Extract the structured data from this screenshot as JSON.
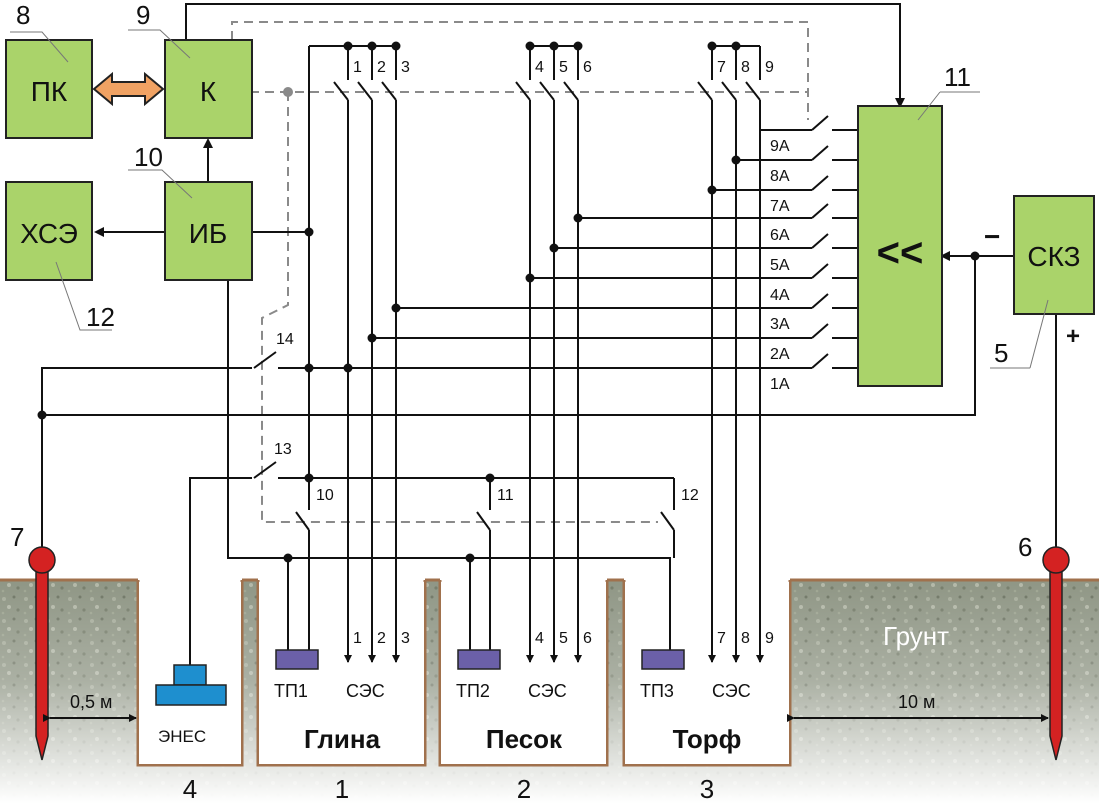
{
  "blocks": {
    "pk": "ПК",
    "k": "К",
    "ib": "ИБ",
    "hse": "ХСЭ",
    "skz": "СКЗ",
    "block11_symbol": "<<"
  },
  "callouts": [
    "8",
    "9",
    "10",
    "11",
    "12",
    "5",
    "7",
    "6",
    "13",
    "14"
  ],
  "switch_numbers": [
    "1",
    "2",
    "3",
    "4",
    "5",
    "6",
    "7",
    "8",
    "9",
    "10",
    "11",
    "12"
  ],
  "row_labels": [
    "9A",
    "8A",
    "7A",
    "6A",
    "5A",
    "4A",
    "3A",
    "2A",
    "1A"
  ],
  "electrodes": {
    "group1": [
      "1",
      "2",
      "3"
    ],
    "group2": [
      "4",
      "5",
      "6"
    ],
    "group3": [
      "7",
      "8",
      "9"
    ]
  },
  "sensors": [
    "ТП1",
    "ТП2",
    "ТП3"
  ],
  "ses_label": "СЭС",
  "enes_label": "ЭНЕС",
  "soils": [
    "Глина",
    "Песок",
    "Торф"
  ],
  "pit_numbers": [
    "4",
    "1",
    "2",
    "3"
  ],
  "ground_label": "Грунт",
  "distances": {
    "left": "0,5 м",
    "right": "10 м"
  },
  "polarity": {
    "minus": "−",
    "plus": "+"
  },
  "colors": {
    "block_fill": "#aad36a",
    "ground": "#8f9685",
    "pit_wall": "#a0714d",
    "electrode": "#d42222",
    "sensor": "#6b60a8",
    "enes": "#1e8fcf",
    "arrow_orange": "#f0a263"
  }
}
